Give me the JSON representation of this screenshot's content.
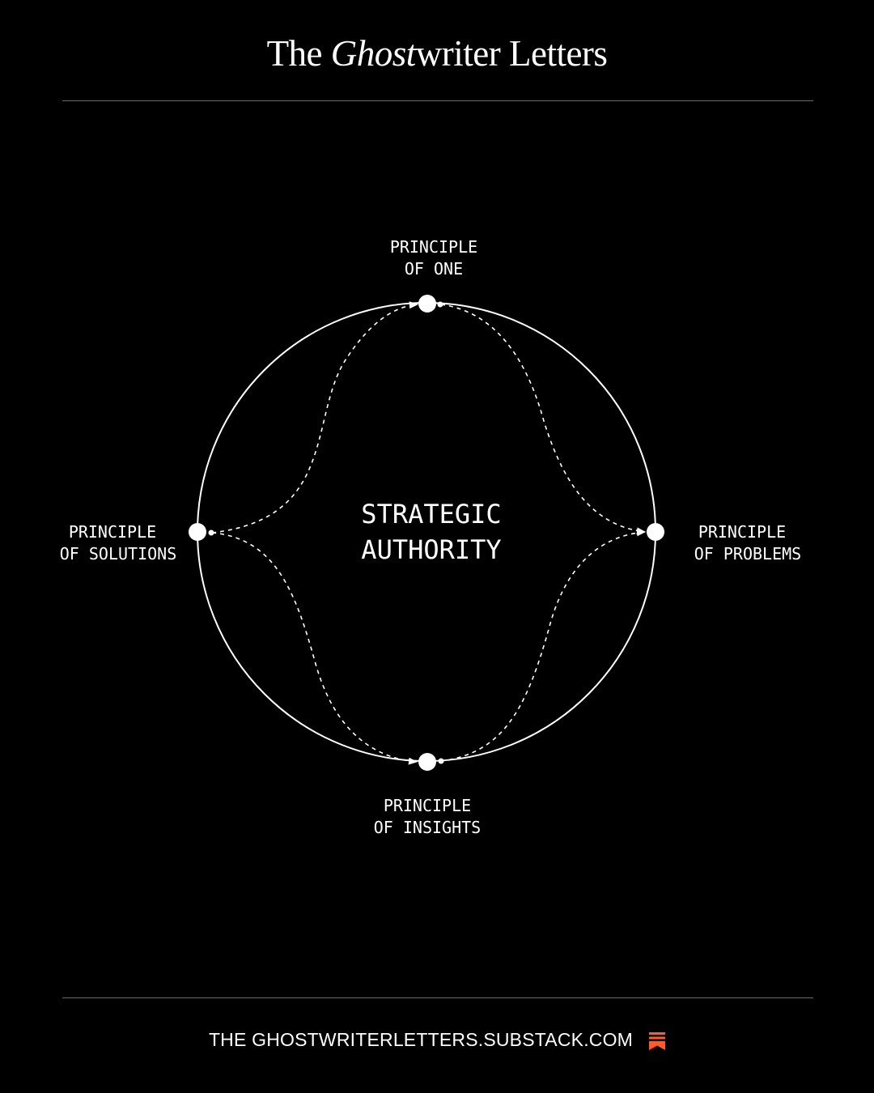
{
  "header": {
    "title_part1": "The ",
    "title_italic": "Ghost",
    "title_part2": "writer Letters"
  },
  "diagram": {
    "center_line1": "STRATEGIC",
    "center_line2": "AUTHORITY",
    "nodes": {
      "top": {
        "line1": "PRINCIPLE",
        "line2": "OF ONE"
      },
      "right": {
        "line1": "PRINCIPLE",
        "line2": "OF PROBLEMS"
      },
      "bottom": {
        "line1": "PRINCIPLE",
        "line2": "OF INSIGHTS"
      },
      "left": {
        "line1": "PRINCIPLE",
        "line2": "OF SOLUTIONS"
      }
    }
  },
  "footer": {
    "url": "THE GHOSTWRITERLETTERS.SUBSTACK.COM",
    "icon": "substack-bookmark-icon"
  },
  "colors": {
    "background": "#000000",
    "foreground": "#ffffff",
    "rule": "#6a6a6a",
    "accent": "#ff5a30"
  }
}
